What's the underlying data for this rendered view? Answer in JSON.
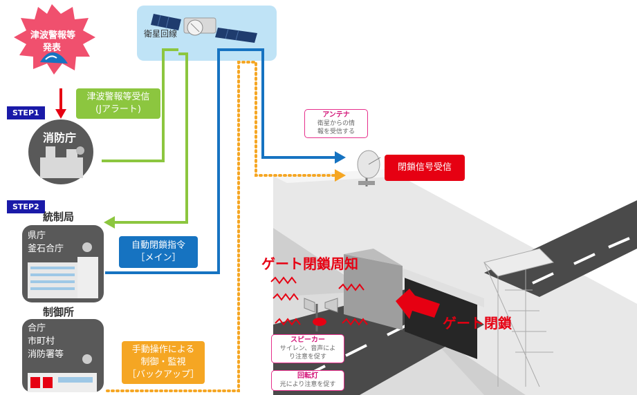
{
  "starburst": {
    "line1": "津波警報等",
    "line2": "発表"
  },
  "satellite": {
    "label": "衛星回線"
  },
  "step1": "STEP1",
  "step2": "STEP2",
  "fire_agency": {
    "label": "消防庁"
  },
  "jalert": {
    "line1": "津波警報等受信",
    "line2": "(Jアラート)"
  },
  "control_bureau": {
    "title": "統制局",
    "line1": "県庁",
    "line2": "釜石合庁"
  },
  "auto_close": {
    "line1": "自動閉鎖指令",
    "line2": "［メイン］"
  },
  "control_station": {
    "title": "制御所",
    "line1": "合庁",
    "line2": "市町村",
    "line3": "消防署等"
  },
  "manual": {
    "line1": "手動操作による",
    "line2": "制御・監視",
    "line3": "［バックアップ］"
  },
  "antenna": {
    "title": "アンテナ",
    "line1": "衛星からの情",
    "line2": "報を受信する"
  },
  "signal": {
    "label": "閉鎖信号受信"
  },
  "gate_notice": {
    "label": "ゲート閉鎖周知"
  },
  "gate_close": {
    "label": "ゲート閉鎖"
  },
  "speaker": {
    "title": "スピーカー",
    "line1": "サイレン、音声によ",
    "line2": "り注意を促す"
  },
  "rotating_light": {
    "title": "回転灯",
    "line1": "光により注意を促す"
  },
  "colors": {
    "green": "#8cc63f",
    "blue": "#1673c1",
    "orange": "#f5a623",
    "red": "#e60012",
    "navy": "#1a1aa8",
    "gray": "#595959"
  }
}
